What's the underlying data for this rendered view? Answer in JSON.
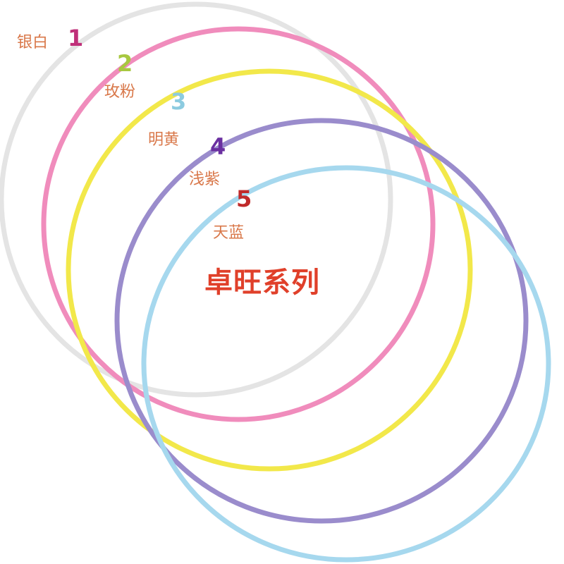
{
  "title": "卓旺系列",
  "hoops": [
    {
      "number": "1",
      "name": "银白",
      "hoop_color": "#e4e4e4",
      "number_color": "#c0307a"
    },
    {
      "number": "2",
      "name": "玫粉",
      "hoop_color": "#f08cbc",
      "number_color": "#a8c840"
    },
    {
      "number": "3",
      "name": "明黄",
      "hoop_color": "#f2e84a",
      "number_color": "#8ccbe0"
    },
    {
      "number": "4",
      "name": "浅紫",
      "hoop_color": "#9a8ccc",
      "number_color": "#6a2fa0"
    },
    {
      "number": "5",
      "name": "天蓝",
      "hoop_color": "#a6d8ee",
      "number_color": "#c02a2a"
    }
  ],
  "label_color": "#d9784a",
  "title_color": "#e0402a"
}
